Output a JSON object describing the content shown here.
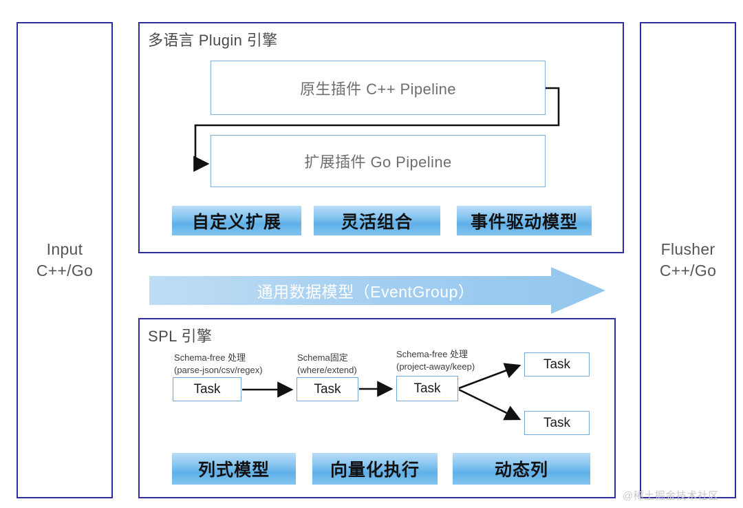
{
  "panels": {
    "input": {
      "line1": "Input",
      "line2": "C++/Go"
    },
    "flusher": {
      "line1": "Flusher",
      "line2": "C++/Go"
    }
  },
  "plugin_engine": {
    "title": "多语言 Plugin 引擎",
    "pipelines": [
      {
        "label": "原生插件 C++ Pipeline"
      },
      {
        "label": "扩展插件 Go Pipeline"
      }
    ],
    "chips": [
      {
        "label": "自定义扩展"
      },
      {
        "label": "灵活组合"
      },
      {
        "label": "事件驱动模型"
      }
    ]
  },
  "dataflow": {
    "label": "通用数据模型（EventGroup）"
  },
  "spl_engine": {
    "title": "SPL 引擎",
    "steps": [
      {
        "line1": "Schema-free 处理",
        "line2": "(parse-json/csv/regex)",
        "task": "Task"
      },
      {
        "line1": "Schema固定",
        "line2": "(where/extend)",
        "task": "Task"
      },
      {
        "line1": "Schema-free 处理",
        "line2": "(project-away/keep)",
        "task": "Task"
      }
    ],
    "branch_tasks": [
      {
        "task": "Task"
      },
      {
        "task": "Task"
      }
    ],
    "chips": [
      {
        "label": "列式模型"
      },
      {
        "label": "向量化执行"
      },
      {
        "label": "动态列"
      }
    ]
  },
  "watermark": {
    "text": "@稀土掘金技术社区"
  },
  "colors": {
    "navy_border": "#2e2e9e",
    "light_blue_border": "#7eb0dd",
    "chip_gradient_top": "#b9dcf7",
    "chip_gradient_mid": "#5fb0e8",
    "arrow_band": "#9ecdf0",
    "text_gray": "#6e6e6e"
  }
}
